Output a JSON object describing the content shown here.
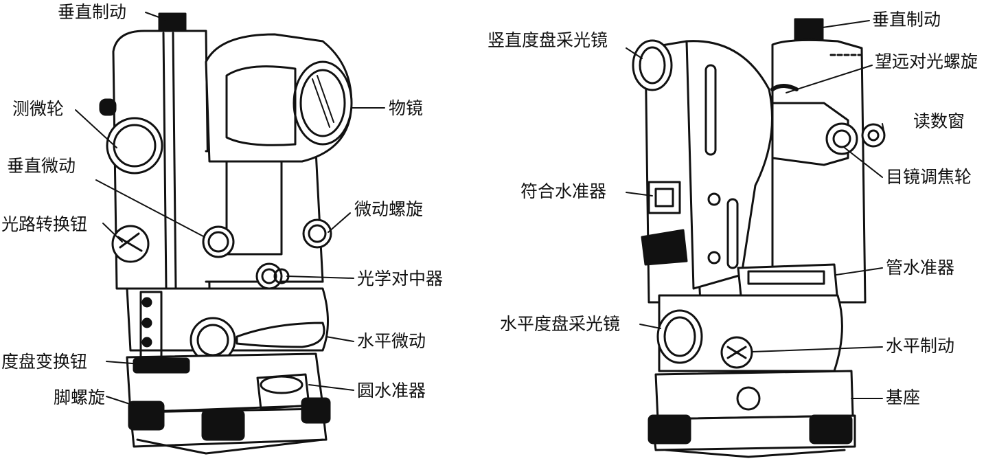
{
  "labels": {
    "left": {
      "vertical_clamp": "垂直制动",
      "micrometer_wheel": "测微轮",
      "vertical_tangent": "垂直微动",
      "light_path_knob": "光路转换钮",
      "circle_change_knob": "度盘变换钮",
      "foot_screw": "脚螺旋",
      "objective": "物镜",
      "tangent_screw": "微动螺旋",
      "optical_plummet": "光学对中器",
      "horizontal_tangent": "水平微动",
      "circular_level": "圆水准器"
    },
    "right": {
      "vertical_circle_mirror": "竖直度盘采光镜",
      "coincidence_level": "符合水准器",
      "horizontal_circle_mirror": "水平度盘采光镜",
      "vertical_clamp": "垂直制动",
      "focusing_screw": "望远对光螺旋",
      "reading_window": "读数窗",
      "eyepiece_focus": "目镜调焦轮",
      "plate_level": "管水准器",
      "horizontal_clamp": "水平制动",
      "base": "基座"
    }
  }
}
